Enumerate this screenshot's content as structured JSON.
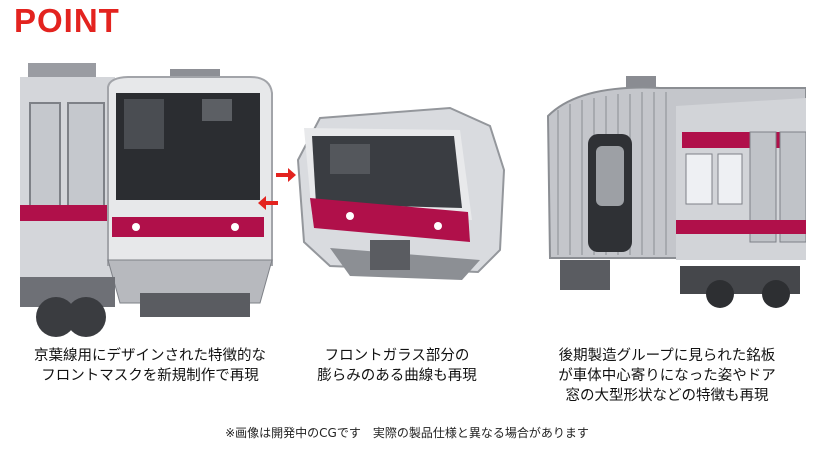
{
  "heading": "POINT",
  "panels": [
    {
      "caption_lines": [
        "京葉線用にデザインされた特徴的な",
        "フロントマスクを新規制作で再現"
      ]
    },
    {
      "caption_lines": [
        "フロントガラス部分の",
        "膨らみのある曲線も再現"
      ]
    },
    {
      "caption_lines": [
        "後期製造グループに見られた銘板",
        "が車体中心寄りになった姿やドア",
        "窓の大型形状などの特徴も再現"
      ]
    }
  ],
  "footnote": "※画像は開発中のCGです　実際の製品仕様と異なる場合があります",
  "colors": {
    "heading": "#e3231f",
    "stripe": "#b0104a",
    "body": "#c9cbd0",
    "arrow": "#e3231f"
  }
}
